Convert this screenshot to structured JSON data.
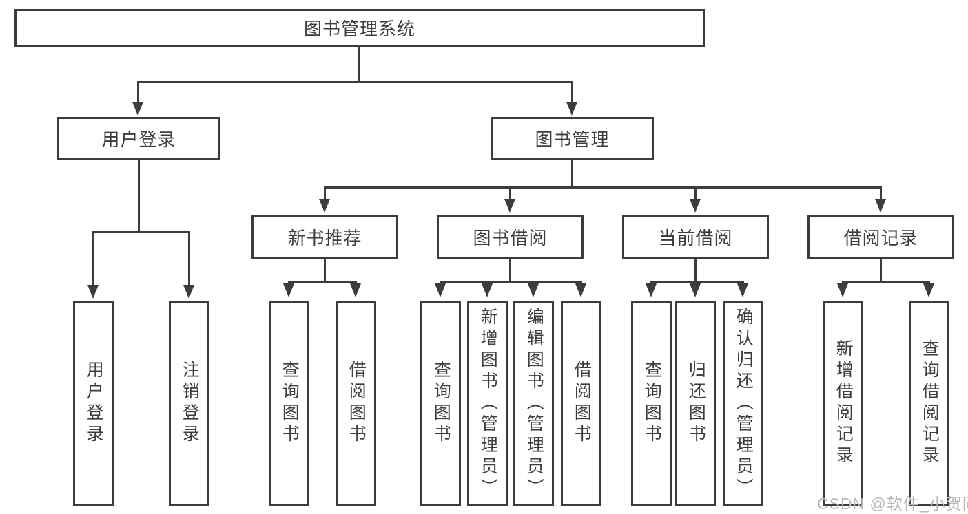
{
  "colors": {
    "line": "#3c3c3c",
    "text": "#3d3d3d",
    "background": "#ffffff",
    "watermark": "#b9b9b9"
  },
  "tree": {
    "root": {
      "label": "图书管理系统"
    },
    "level2": {
      "user_login": {
        "label": "用户登录"
      },
      "book_management": {
        "label": "图书管理"
      }
    },
    "level3": {
      "new_book_recommend": {
        "label": "新书推荐"
      },
      "book_borrow": {
        "label": "图书借阅"
      },
      "current_borrow": {
        "label": "当前借阅"
      },
      "borrow_records": {
        "label": "借阅记录"
      }
    },
    "leaves": {
      "login_user_login": {
        "label": "用户登录"
      },
      "login_logout": {
        "label": "注销登录"
      },
      "recommend_query_books": {
        "label": "查询图书"
      },
      "recommend_borrow_books": {
        "label": "借阅图书"
      },
      "borrow_query_books": {
        "label": "查询图书"
      },
      "borrow_add_books_admin": {
        "label": "新增图书（管理员）"
      },
      "borrow_edit_books_admin": {
        "label": "编辑图书（管理员）"
      },
      "borrow_borrow_books": {
        "label": "借阅图书"
      },
      "current_query_books": {
        "label": "查询图书"
      },
      "current_return_books": {
        "label": "归还图书"
      },
      "current_confirm_return_admin": {
        "label": "确认归还（管理员）"
      },
      "records_add_record": {
        "label": "新增借阅记录"
      },
      "records_query_record": {
        "label": "查询借阅记录"
      }
    }
  },
  "watermark": {
    "text": "CSDN @软件_小贺同学"
  }
}
